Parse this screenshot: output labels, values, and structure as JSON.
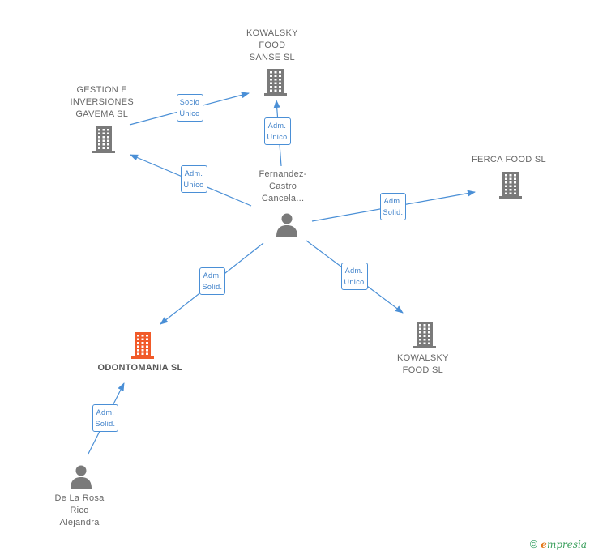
{
  "colors": {
    "edge": "#4a8fd6",
    "building": "#7a7a7a",
    "building_highlight": "#f15a29",
    "person": "#7a7a7a"
  },
  "nodes": [
    {
      "id": "kowalsky-sanse",
      "type": "company",
      "label": "KOWALSKY\nFOOD\nSANSE SL",
      "highlight": false
    },
    {
      "id": "gestion",
      "type": "company",
      "label": "GESTION E\nINVERSIONES\nGAVEMA SL",
      "highlight": false
    },
    {
      "id": "ferca",
      "type": "company",
      "label": "FERCA FOOD SL",
      "highlight": false
    },
    {
      "id": "fernandez",
      "type": "person",
      "label": "Fernandez-\nCastro\nCancela...",
      "highlight": false
    },
    {
      "id": "odontomania",
      "type": "company",
      "label": "ODONTOMANIA SL",
      "highlight": true
    },
    {
      "id": "kowalsky-food",
      "type": "company",
      "label": "KOWALSKY\nFOOD SL",
      "highlight": false
    },
    {
      "id": "delarosa",
      "type": "person",
      "label": "De La Rosa\nRico\nAlejandra",
      "highlight": false
    }
  ],
  "edges": [
    {
      "from": "gestion",
      "to": "kowalsky-sanse",
      "label": [
        "Socio",
        "Único"
      ]
    },
    {
      "from": "fernandez",
      "to": "kowalsky-sanse",
      "label": [
        "Adm.",
        "Unico"
      ]
    },
    {
      "from": "fernandez",
      "to": "gestion",
      "label": [
        "Adm.",
        "Unico"
      ]
    },
    {
      "from": "fernandez",
      "to": "ferca",
      "label": [
        "Adm.",
        "Solid."
      ]
    },
    {
      "from": "fernandez",
      "to": "odontomania",
      "label": [
        "Adm.",
        "Solid."
      ]
    },
    {
      "from": "fernandez",
      "to": "kowalsky-food",
      "label": [
        "Adm.",
        "Unico"
      ]
    },
    {
      "from": "delarosa",
      "to": "odontomania",
      "label": [
        "Adm.",
        "Solid."
      ]
    }
  ],
  "footer": {
    "copyright": "©",
    "brand_initial": "e",
    "brand_rest": "mpresia"
  }
}
